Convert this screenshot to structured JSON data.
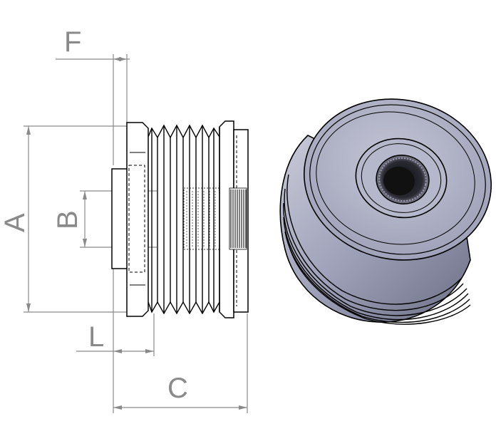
{
  "dimension_labels": {
    "F": "F",
    "A": "A",
    "B": "B",
    "L": "L",
    "C": "C"
  },
  "colors": {
    "line": "#000000",
    "dimension": "#8a8a8a",
    "metal_light": "#b4b7cc",
    "metal_mid": "#9ea1b8",
    "metal_dark": "#5f6276",
    "hole": "#1c1c22",
    "background": "#ffffff"
  }
}
